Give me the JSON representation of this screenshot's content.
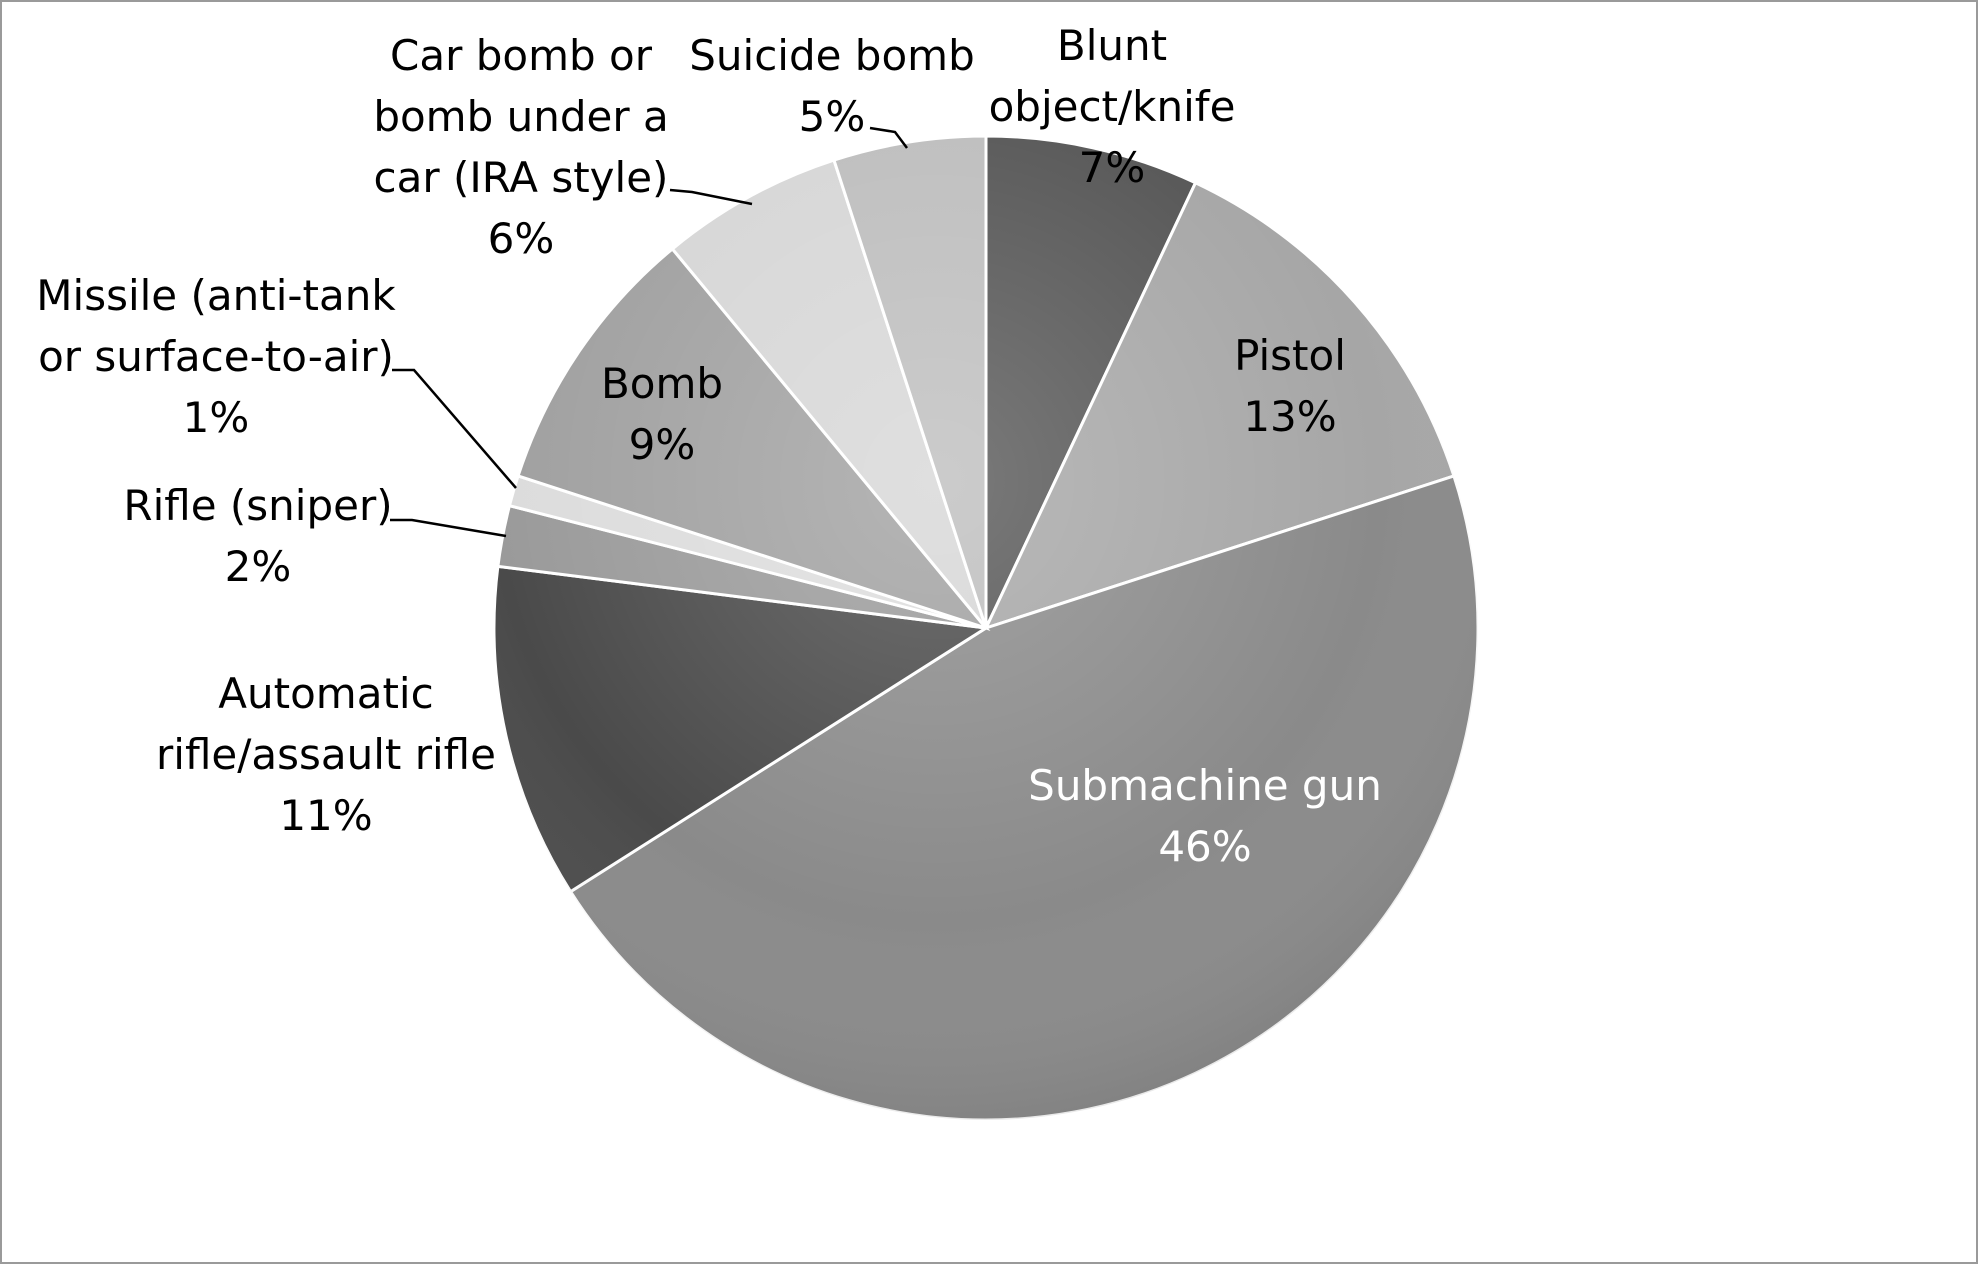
{
  "chart_data": {
    "type": "pie",
    "title": "",
    "start": "12 o'clock",
    "direction": "clockwise",
    "style": "3D shaded grayscale",
    "slices": [
      {
        "label": "Blunt object/knife",
        "display_label": [
          "Blunt",
          "object/knife"
        ],
        "pct_label": "7%",
        "value": 7,
        "color": "#555555"
      },
      {
        "label": "Pistol",
        "display_label": [
          "Pistol"
        ],
        "pct_label": "13%",
        "value": 13,
        "color": "#a6a6a6"
      },
      {
        "label": "Submachine gun",
        "display_label": [
          "Submachine gun"
        ],
        "pct_label": "46%",
        "value": 46,
        "color": "#8a8a8a"
      },
      {
        "label": "Automatic rifle/assault rifle",
        "display_label": [
          "Automatic",
          "rifle/assault rifle"
        ],
        "pct_label": "11%",
        "value": 11,
        "color": "#4a4a4a"
      },
      {
        "label": "Rifle (sniper)",
        "display_label": [
          "Rifle (sniper)"
        ],
        "pct_label": "2%",
        "value": 2,
        "color": "#9a9a9a"
      },
      {
        "label": "Missile (anti-tank or surface-to-air)",
        "display_label": [
          "Missile (anti-tank",
          "or surface-to-air)"
        ],
        "pct_label": "1%",
        "value": 1,
        "color": "#dcdcdc"
      },
      {
        "label": "Bomb",
        "display_label": [
          "Bomb"
        ],
        "pct_label": "9%",
        "value": 9,
        "color": "#a0a0a0"
      },
      {
        "label": "Car bomb or bomb under a car (IRA style)",
        "display_label": [
          "Car bomb or",
          "bomb under a",
          "car (IRA style)"
        ],
        "pct_label": "6%",
        "value": 6,
        "color": "#d6d6d6"
      },
      {
        "label": "Suicide bomb",
        "display_label": [
          "Suicide bomb"
        ],
        "pct_label": "5%",
        "value": 5,
        "color": "#bdbdbd"
      }
    ]
  }
}
